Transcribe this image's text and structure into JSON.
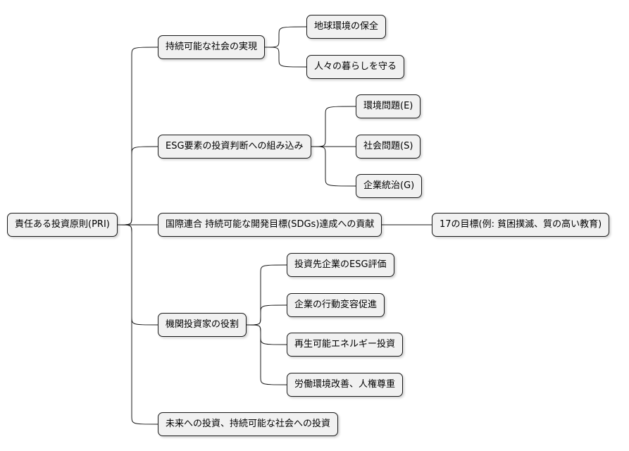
{
  "mindmap": {
    "root": {
      "label": "責任ある投資原則(PRI)"
    },
    "branches": [
      {
        "label": "持続可能な社会の実現",
        "children": [
          "地球環境の保全",
          "人々の暮らしを守る"
        ]
      },
      {
        "label": "ESG要素の投資判断への組み込み",
        "children": [
          "環境問題(E)",
          "社会問題(S)",
          "企業統治(G)"
        ]
      },
      {
        "label": "国際連合 持続可能な開発目標(SDGs)達成への貢献",
        "children": [
          "17の目標(例: 貧困撲滅、質の高い教育)"
        ]
      },
      {
        "label": "機関投資家の役割",
        "children": [
          "投資先企業のESG評価",
          "企業の行動変容促進",
          "再生可能エネルギー投資",
          "労働環境改善、人権尊重"
        ]
      },
      {
        "label": "未来への投資、持続可能な社会への投資",
        "children": []
      }
    ]
  },
  "colors": {
    "node_fill": "#f1f1f1",
    "node_border": "#181818",
    "connector": "#181818",
    "background": "#ffffff"
  }
}
